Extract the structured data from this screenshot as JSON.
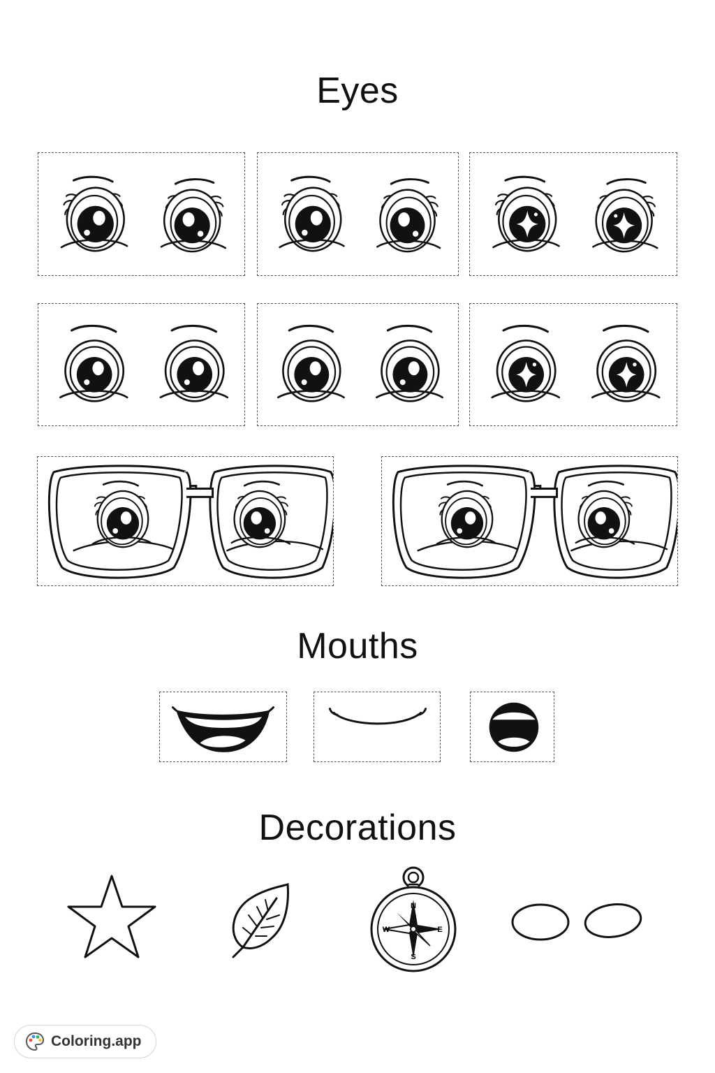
{
  "sections": {
    "eyes_title": "Eyes",
    "mouths_title": "Mouths",
    "decorations_title": "Decorations"
  },
  "eyes": {
    "row1": [
      {
        "style": "lashes",
        "pupil": "dot"
      },
      {
        "style": "lashes",
        "pupil": "dot"
      },
      {
        "style": "lashes",
        "pupil": "sparkle"
      }
    ],
    "row2": [
      {
        "style": "plain",
        "pupil": "dot"
      },
      {
        "style": "plain",
        "pupil": "dot"
      },
      {
        "style": "plain",
        "pupil": "sparkle"
      }
    ],
    "glasses": [
      {
        "style": "glasses-lashes"
      },
      {
        "style": "glasses-lashes"
      }
    ]
  },
  "mouths": [
    {
      "style": "big-smile"
    },
    {
      "style": "thin-smile"
    },
    {
      "style": "open-mouth"
    }
  ],
  "decorations": [
    {
      "icon": "star-icon"
    },
    {
      "icon": "leaf-icon"
    },
    {
      "icon": "compass-icon",
      "labels": {
        "n": "N",
        "s": "S",
        "e": "E",
        "w": "W"
      }
    },
    {
      "icon": "oval-cheeks-icon"
    }
  ],
  "badge": {
    "text": "Coloring.app",
    "icon": "palette-icon"
  }
}
